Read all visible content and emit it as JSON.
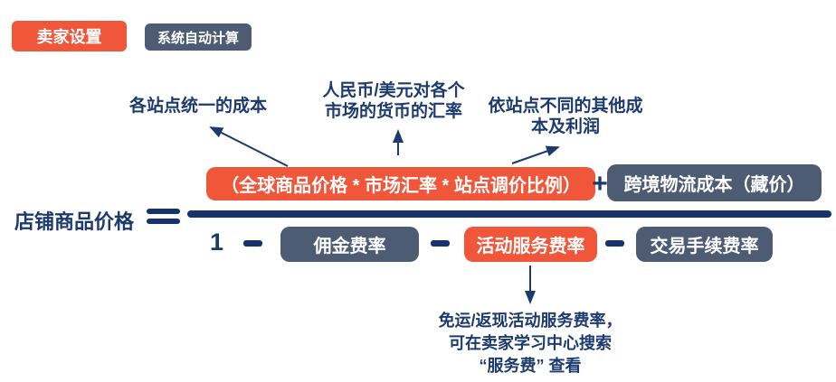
{
  "colors": {
    "seller_accent": "#F0563A",
    "system_accent": "#4D5C73",
    "line_navy": "#17336B",
    "text_navy": "#1C3A6E"
  },
  "legend": {
    "seller_label": "卖家设置",
    "system_label": "系统自动计算"
  },
  "diagram": {
    "annotations": {
      "unified_cost": "各站点统一的成本",
      "exchange_rate": [
        "人民币/美元对各个",
        "市场的货币的汇率"
      ],
      "other_cost": [
        "依站点不同的其他成",
        "本及利润"
      ],
      "service_fee_note": [
        "免运/返现活动服务费率，",
        "可在卖家学习中心搜索",
        "“服务费” 查看"
      ]
    },
    "formula": {
      "result": "店铺商品价格",
      "equals": "=",
      "numerator": {
        "price_term": "（全球商品价格 * 市场汇率 * 站点调价比例）",
        "plus": "+",
        "logistics_term": "跨境物流成本（藏价）"
      },
      "denominator": {
        "one": "1",
        "commission": "佣金费率",
        "activity": "活动服务费率",
        "transaction": "交易手续费率"
      }
    }
  }
}
